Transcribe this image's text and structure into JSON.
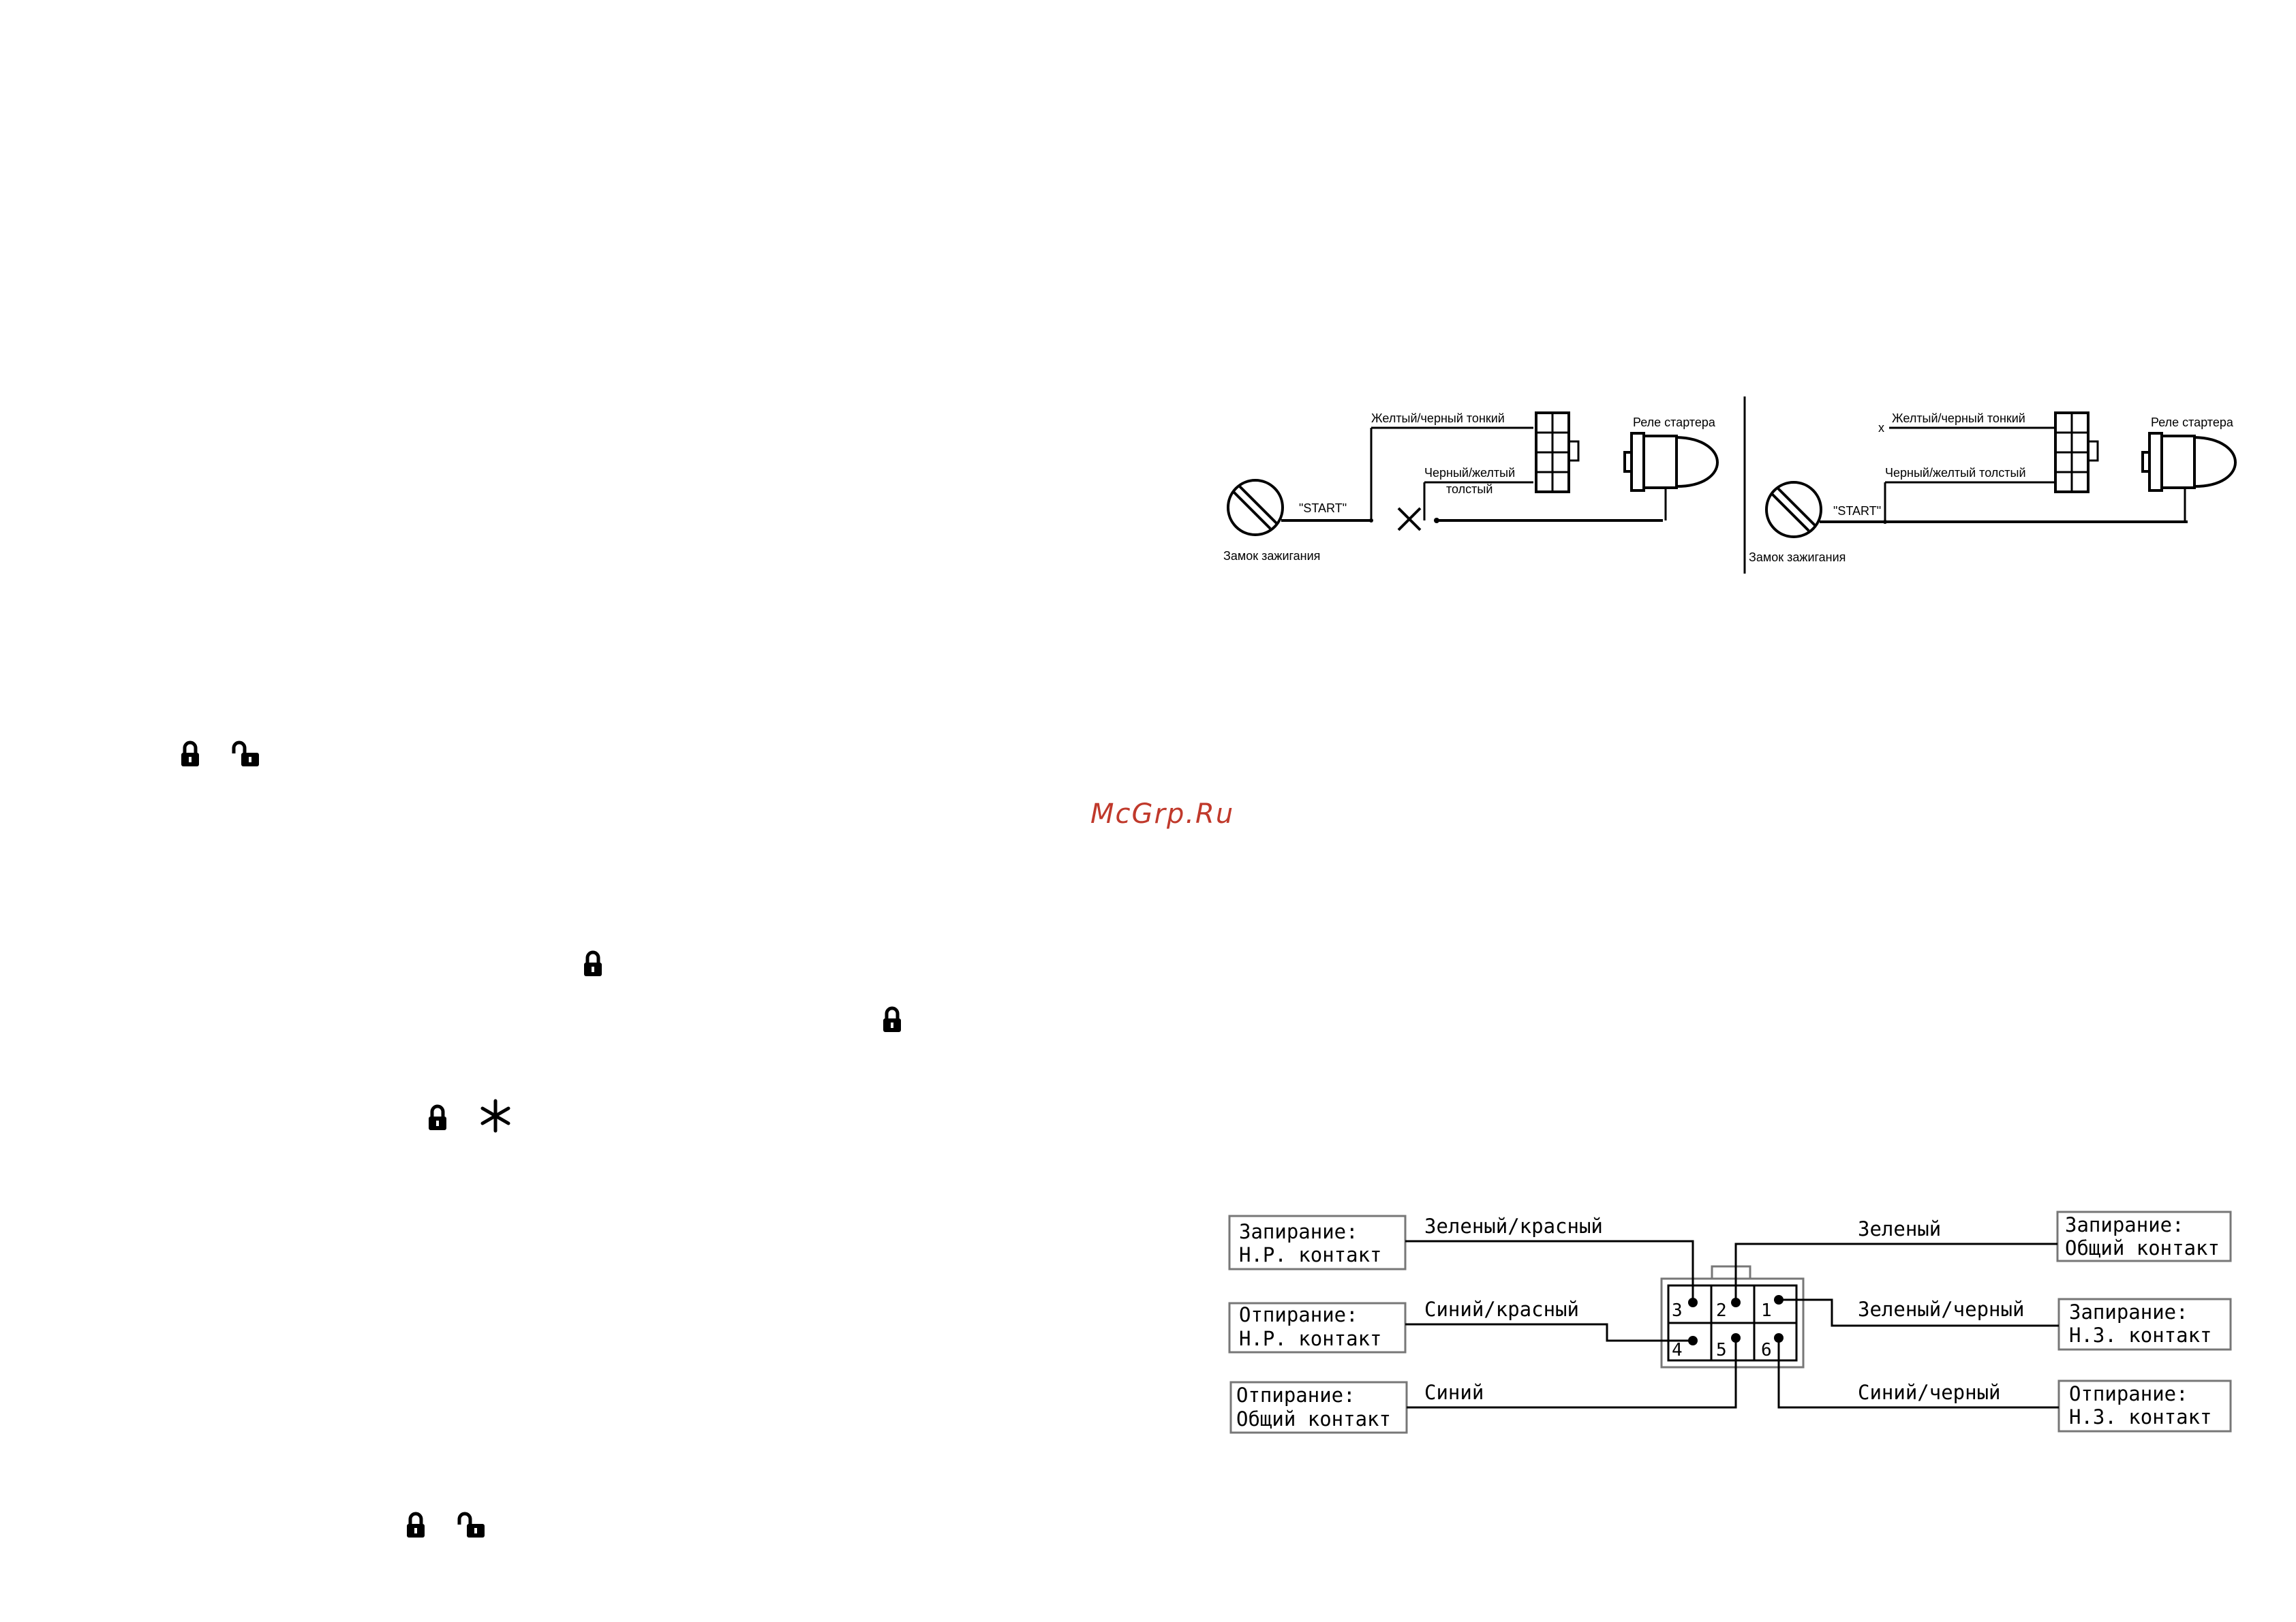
{
  "watermark": "McGrp.Ru",
  "starter_diagram_left": {
    "wire_thin": "Желтый/черный тонкий",
    "wire_thick_line1": "Черный/желтый",
    "wire_thick_line2": "толстый",
    "start_label": "\"START\"",
    "relay_label": "Реле стартера",
    "ignition_label": "Замок зажигания"
  },
  "starter_diagram_right": {
    "wire_thin": "Желтый/черный тонкий",
    "wire_thick": "Черный/желтый толстый",
    "start_label": "\"START\"",
    "relay_label": "Реле стартера",
    "ignition_label": "Замок зажигания",
    "cut_mark": "x"
  },
  "lock_diagram": {
    "boxes": {
      "lock_no_title": "Запирание:",
      "lock_no_sub": "Н.Р. контакт",
      "unlock_no_title": "Отпирание:",
      "unlock_no_sub": "Н.Р. контакт",
      "unlock_common_title": "Отпирание:",
      "unlock_common_sub": "Общий контакт",
      "lock_common_title": "Запирание:",
      "lock_common_sub": "Общий контакт",
      "lock_nc_title": "Запирание:",
      "lock_nc_sub": "Н.З. контакт",
      "unlock_nc_title": "Отпирание:",
      "unlock_nc_sub": "Н.З. контакт"
    },
    "wires": {
      "green_red": "Зеленый/красный",
      "blue_red": "Синий/красный",
      "blue": "Синий",
      "green": "Зеленый",
      "green_black": "Зеленый/черный",
      "blue_black": "Синий/черный"
    },
    "pins": [
      "3",
      "2",
      "1",
      "4",
      "5",
      "6"
    ]
  },
  "icons": [
    "lock-closed-icon",
    "lock-open-icon",
    "asterisk-icon"
  ]
}
